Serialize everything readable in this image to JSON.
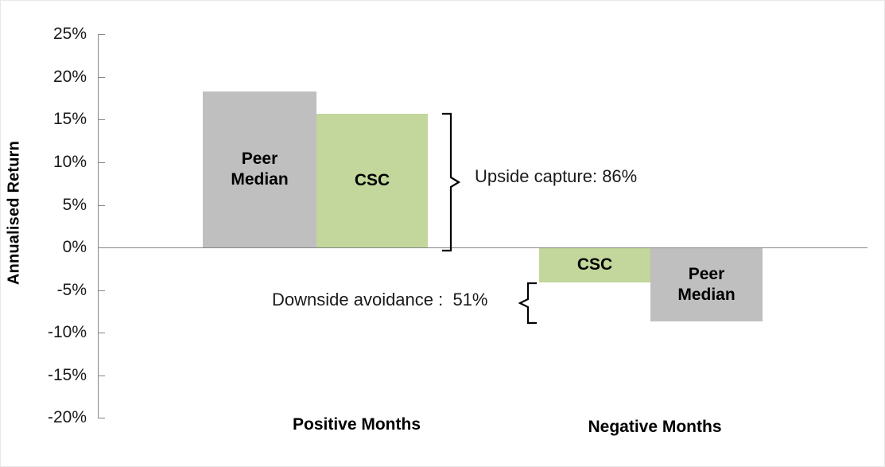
{
  "chart_data": {
    "type": "bar",
    "title": "",
    "subtitle": "",
    "xlabel": "",
    "ylabel": "Annualised Return",
    "categories": [
      "Positive Months",
      "Negative Months"
    ],
    "ylim": [
      -20,
      25
    ],
    "y_ticks": [
      "25%",
      "20%",
      "15%",
      "10%",
      "5%",
      "0%",
      "-5%",
      "-10%",
      "-15%",
      "-20%"
    ],
    "y_tick_values": [
      25,
      20,
      15,
      10,
      5,
      0,
      -5,
      -10,
      -15,
      -20
    ],
    "grid": false,
    "legend": "none",
    "series": [
      {
        "name": "Peer Median",
        "color": "#BFBFBF",
        "values": [
          18.3,
          -8.7
        ]
      },
      {
        "name": "CSC",
        "color": "#C3D69B",
        "values": [
          15.7,
          -4.0
        ]
      }
    ],
    "bars": [
      {
        "id": "positive-peer-median",
        "category": "Positive Months",
        "series": "Peer Median",
        "label": "Peer\nMedian",
        "value": 18.3,
        "color": "#BFBFBF"
      },
      {
        "id": "positive-csc",
        "category": "Positive Months",
        "series": "CSC",
        "label": "CSC",
        "value": 15.7,
        "color": "#C3D69B"
      },
      {
        "id": "negative-csc",
        "category": "Negative Months",
        "series": "CSC",
        "label": "CSC",
        "value": -4.0,
        "color": "#C3D69B"
      },
      {
        "id": "negative-peer-median",
        "category": "Negative Months",
        "series": "Peer Median",
        "label": "Peer\nMedian",
        "value": -8.7,
        "color": "#BFBFBF"
      }
    ],
    "annotations": [
      {
        "id": "upside-capture",
        "text": "Upside capture: 86%",
        "value": "86%",
        "spans": "CSC positive bar height relative to zero"
      },
      {
        "id": "downside-avoidance",
        "text": "Downside avoidance :  51%",
        "value": "51%",
        "spans": "CSC negative bar depth relative to zero"
      }
    ]
  },
  "axis": {
    "y_title": "Annualised Return",
    "ticks": [
      {
        "label": "25%"
      },
      {
        "label": "20%"
      },
      {
        "label": "15%"
      },
      {
        "label": "10%"
      },
      {
        "label": "5%"
      },
      {
        "label": "0%"
      },
      {
        "label": "-5%"
      },
      {
        "label": "-10%"
      },
      {
        "label": "-15%"
      },
      {
        "label": "-20%"
      }
    ]
  },
  "categories": [
    {
      "label": "Positive Months"
    },
    {
      "label": "Negative Months"
    }
  ],
  "bars": [
    {
      "label": "Peer\nMedian"
    },
    {
      "label": "CSC"
    },
    {
      "label": "CSC"
    },
    {
      "label": "Peer\nMedian"
    }
  ],
  "annotations": {
    "upside": "Upside capture: 86%",
    "downside": "Downside avoidance :  51%"
  },
  "colors": {
    "peer_median": "#BFBFBF",
    "csc": "#C3D69B",
    "axis": "#868686",
    "text": "#1a1a1a",
    "background": "#ffffff"
  }
}
